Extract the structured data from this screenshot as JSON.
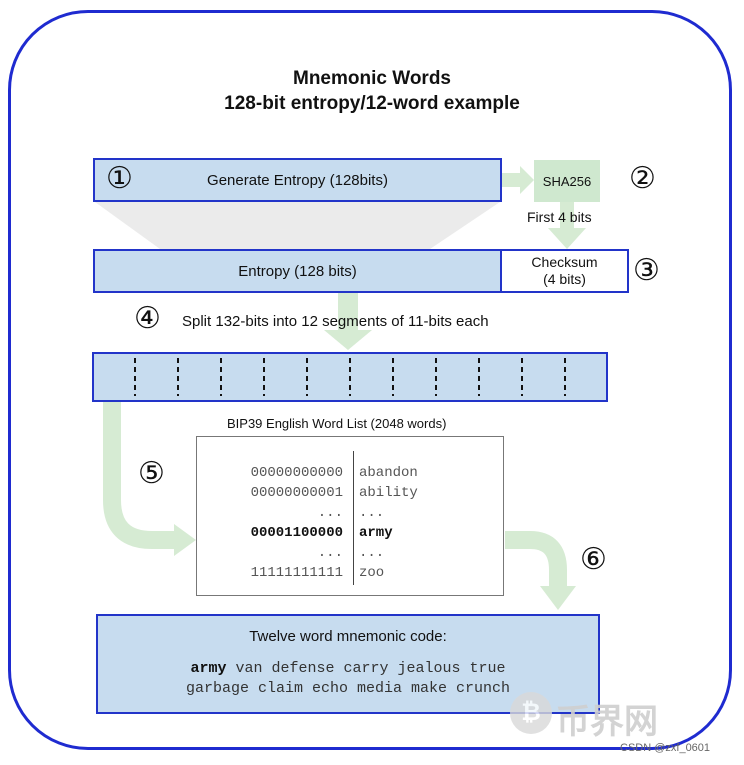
{
  "title": {
    "line1": "Mnemonic Words",
    "line2": "128-bit entropy/12-word example"
  },
  "steps": {
    "s1": "①",
    "s2": "②",
    "s3": "③",
    "s4": "④",
    "s5": "⑤",
    "s6": "⑥"
  },
  "labels": {
    "generate_entropy": "Generate Entropy (128bits)",
    "sha256": "SHA256",
    "first4": "First 4 bits",
    "entropy": "Entropy (128 bits)",
    "checksum_line1": "Checksum",
    "checksum_line2": "(4 bits)",
    "split": "Split 132-bits into 12 segments of 11-bits each",
    "wordlist_title": "BIP39 English Word List (2048 words)",
    "mnemonic_title": "Twelve word mnemonic code:"
  },
  "wordlist": [
    {
      "bits": "00000000000",
      "word": "abandon",
      "bold": false
    },
    {
      "bits": "00000000001",
      "word": "ability",
      "bold": false
    },
    {
      "bits": "...",
      "word": "...",
      "bold": false
    },
    {
      "bits": "00001100000",
      "word": "army",
      "bold": true
    },
    {
      "bits": "...",
      "word": "...",
      "bold": false
    },
    {
      "bits": "11111111111",
      "word": "zoo",
      "bold": false
    }
  ],
  "mnemonic": {
    "first_word": "army",
    "line1_rest": " van defense carry jealous true",
    "line2": "garbage claim echo media make crunch"
  },
  "watermark": {
    "logo_text": "币界网",
    "credit": "CSDN @zxf_0601"
  },
  "colors": {
    "border_blue": "#2234c9",
    "bar_fill": "#c7dcef",
    "arrow_green": "#d6ebd3"
  },
  "segments_count": 12
}
